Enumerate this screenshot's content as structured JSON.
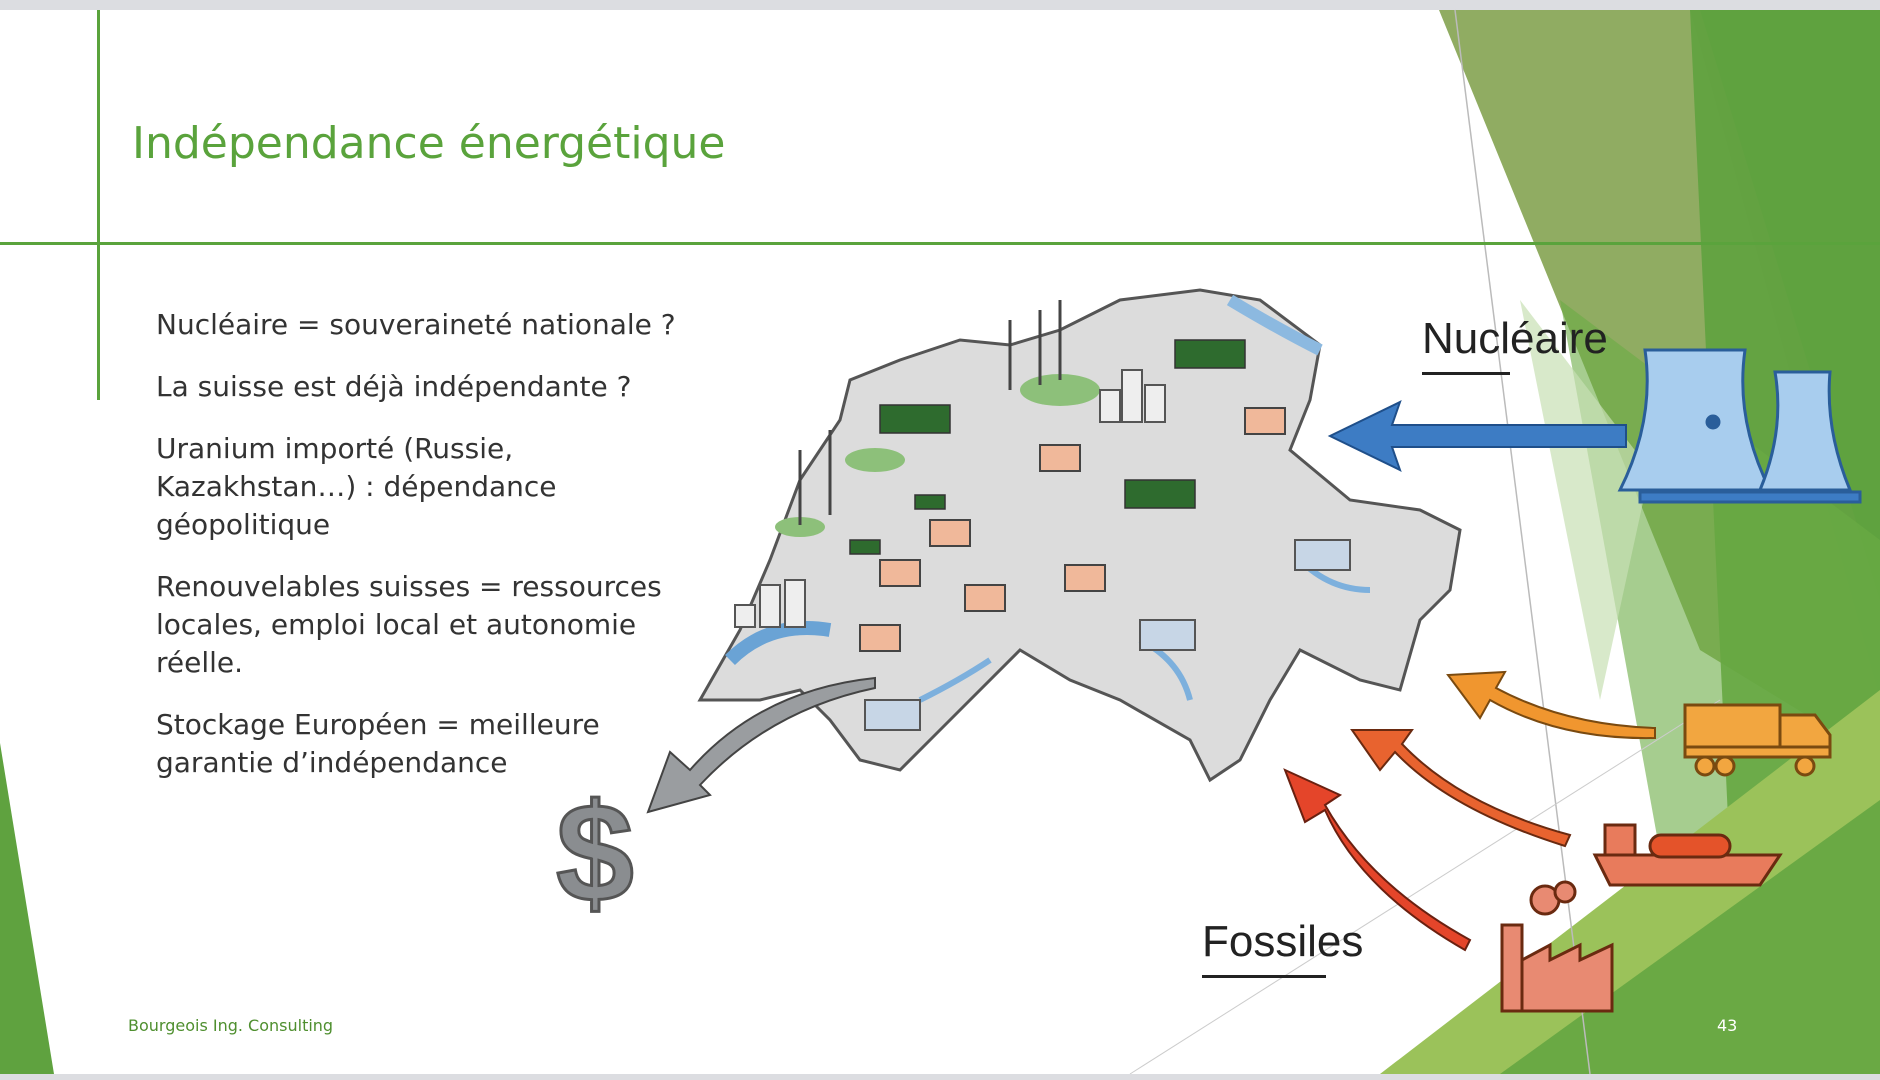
{
  "slide": {
    "title": "Indépendance énergétique",
    "bullets": [
      "Nucléaire = souveraineté nationale ?",
      "La suisse est déjà indépendante ?",
      "Uranium importé (Russie, Kazakhstan…) : dépendance géopolitique",
      "Renouvelables suisses = ressources locales, emploi local et autonomie réelle.",
      "Stockage Européen = meilleure garantie d’indépendance"
    ],
    "footer": "Bourgeois Ing. Consulting",
    "page_number": "43"
  },
  "illustration": {
    "nuclear_label": "Nucléaire",
    "fossil_label": "Fossiles",
    "dollar_symbol": "$"
  },
  "colors": {
    "accent": "#5aa33c",
    "nuclear_arrow": "#3d7cc4",
    "fossil_arrow": "#e4532a"
  }
}
